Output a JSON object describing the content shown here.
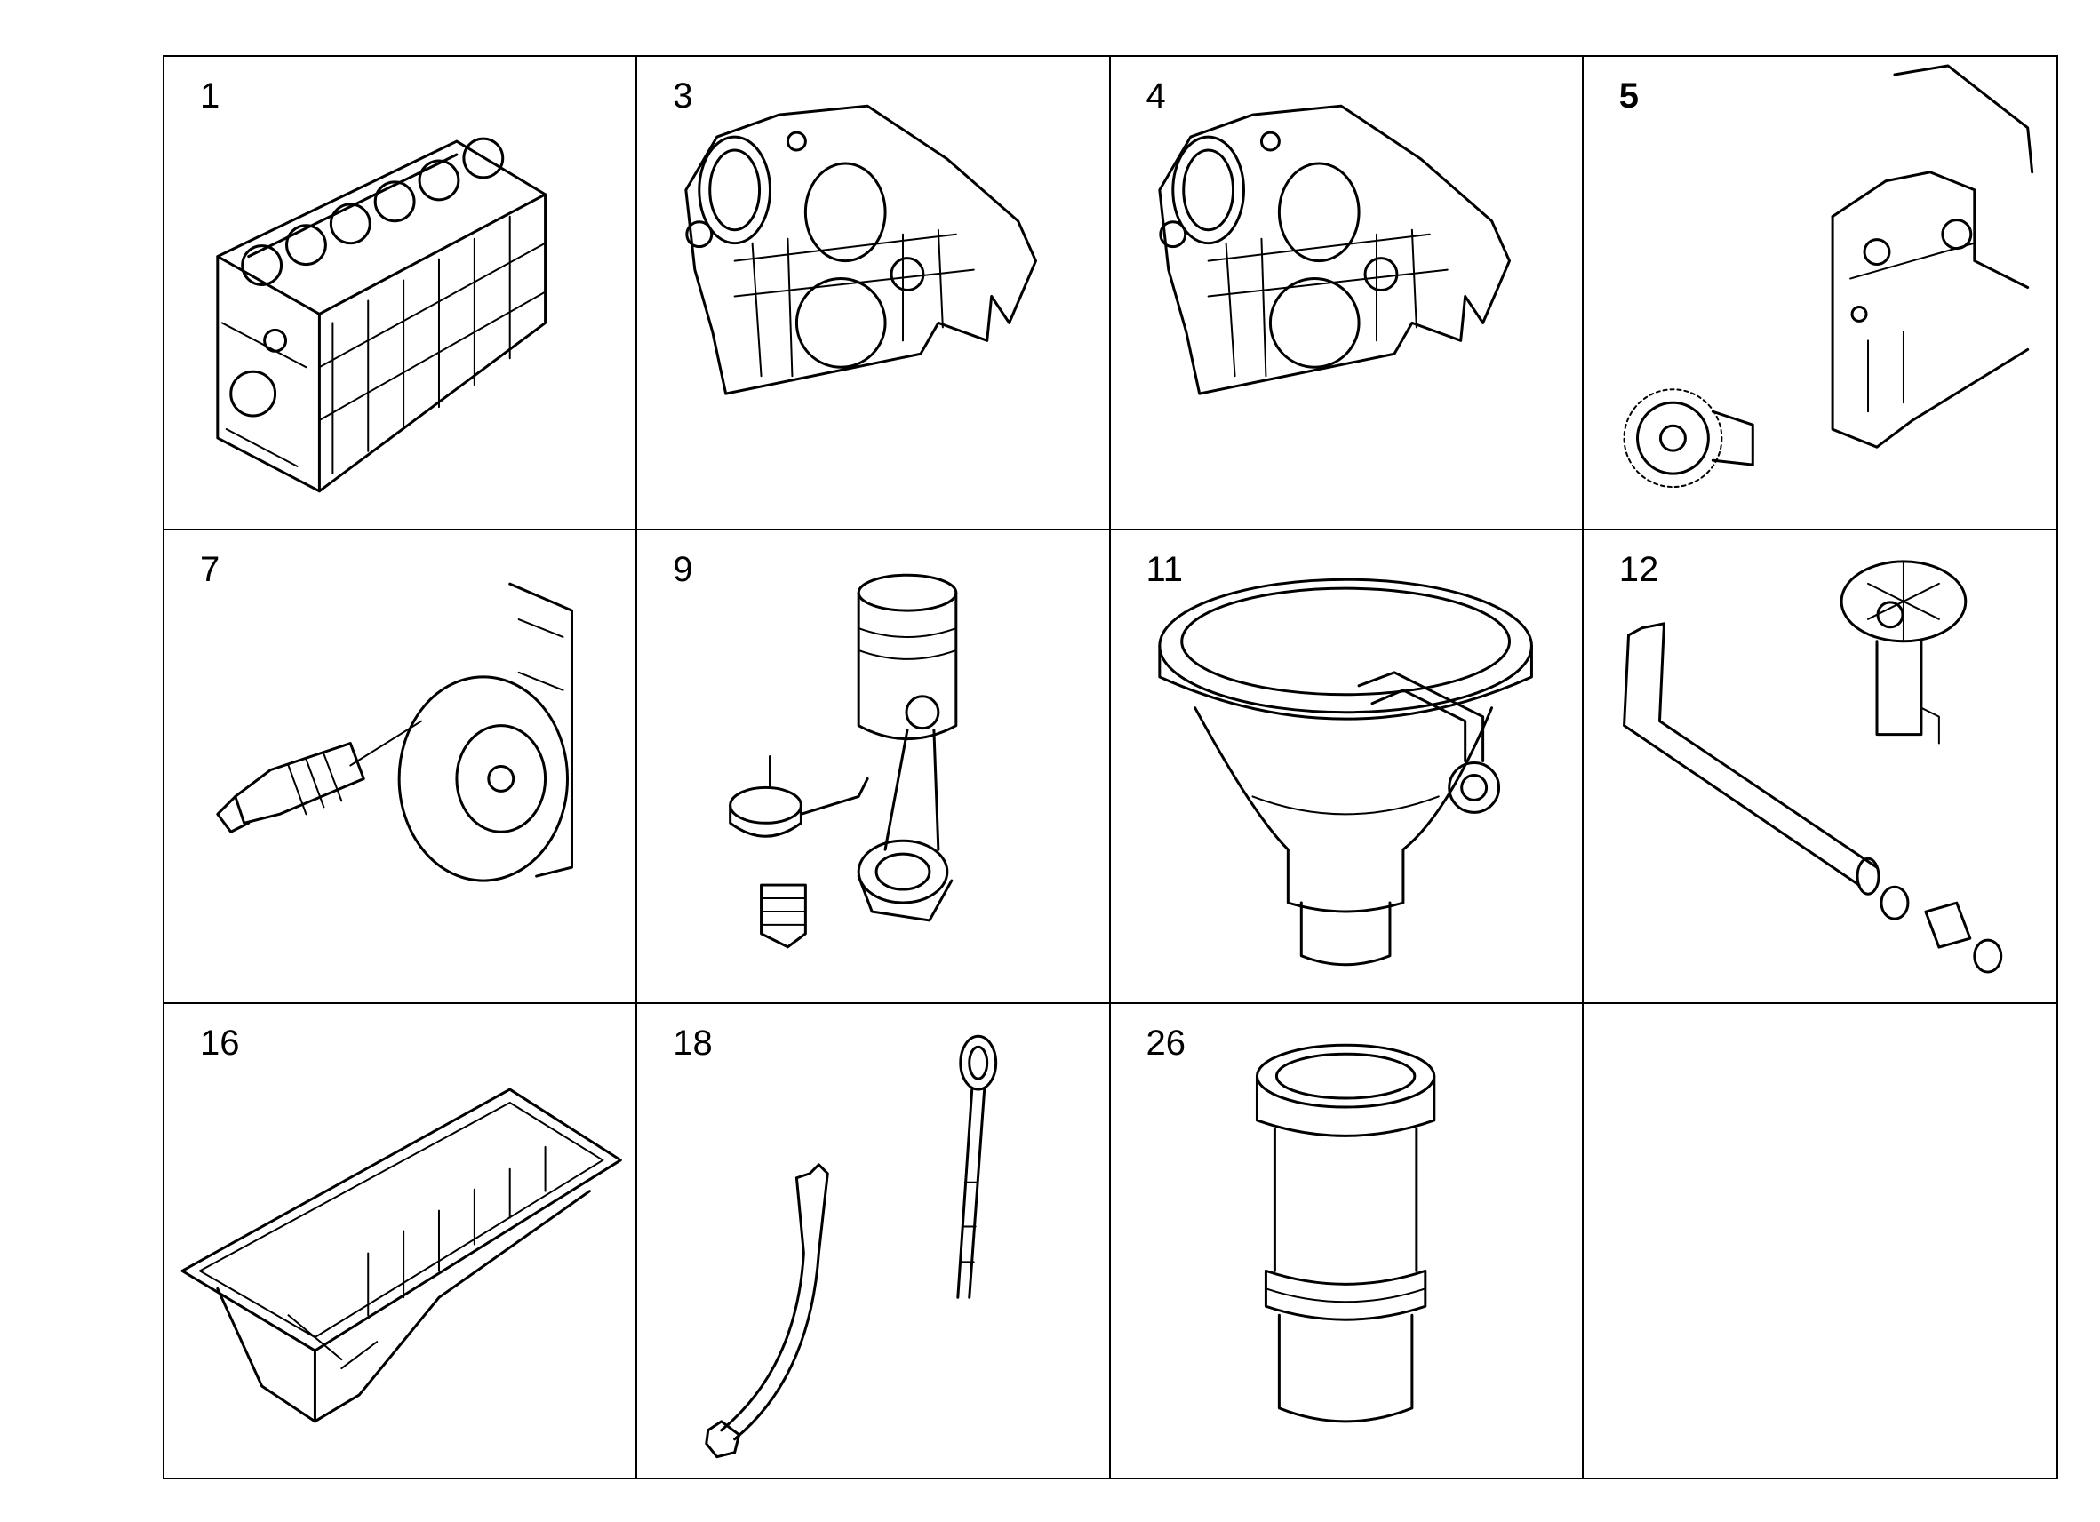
{
  "parts": [
    {
      "number": "1",
      "icon": "engine-block-icon"
    },
    {
      "number": "3",
      "icon": "timing-cover-icon"
    },
    {
      "number": "4",
      "icon": "timing-cover-icon"
    },
    {
      "number": "5",
      "icon": "gear-housing-icon"
    },
    {
      "number": "7",
      "icon": "sensor-flywheel-icon"
    },
    {
      "number": "9",
      "icon": "piston-conrod-icon"
    },
    {
      "number": "11",
      "icon": "oil-filler-funnel-icon"
    },
    {
      "number": "12",
      "icon": "breather-pipe-icon"
    },
    {
      "number": "16",
      "icon": "oil-sump-icon"
    },
    {
      "number": "18",
      "icon": "dipstick-tube-icon"
    },
    {
      "number": "26",
      "icon": "cylinder-liner-icon"
    }
  ]
}
